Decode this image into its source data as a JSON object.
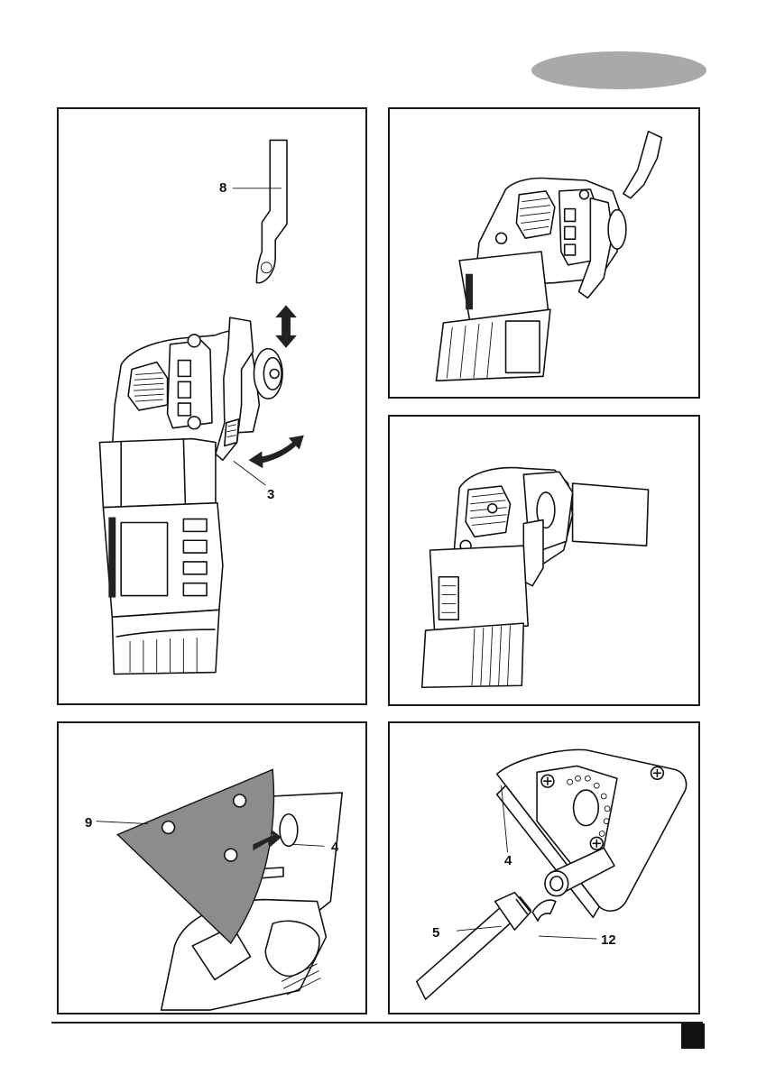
{
  "header": {
    "tab_color": "#a9a9a9"
  },
  "figures": [
    {
      "id": "fig-blade-release",
      "callouts": [
        "8",
        "3"
      ]
    },
    {
      "id": "fig-blade-fitted",
      "callouts": []
    },
    {
      "id": "fig-blade-angled",
      "callouts": []
    },
    {
      "id": "fig-sanding-pad",
      "callouts": [
        "9",
        "4"
      ]
    },
    {
      "id": "fig-dust-extraction",
      "callouts": [
        "4",
        "5",
        "12"
      ]
    }
  ],
  "colors": {
    "line": "#111111",
    "sheet": "#8c8c8c",
    "tab": "#a9a9a9"
  }
}
